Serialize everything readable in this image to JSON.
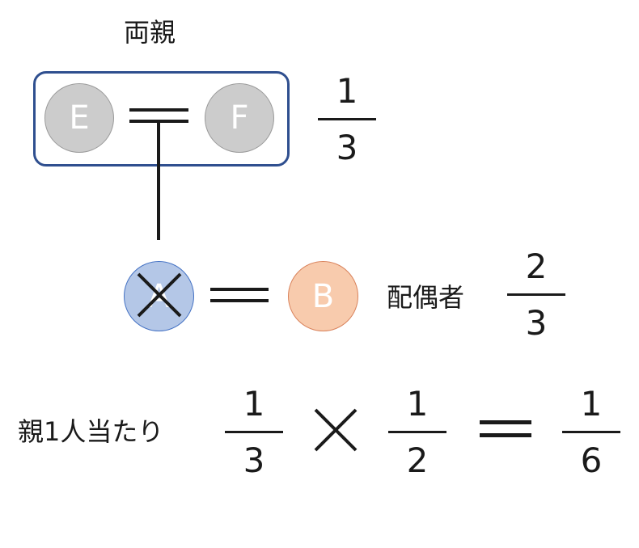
{
  "parents": {
    "heading": "両親",
    "left_person": "E",
    "right_person": "F",
    "fraction": {
      "numerator": "1",
      "denominator": "3"
    }
  },
  "couple": {
    "deceased_person": "A",
    "spouse_person": "B",
    "spouse_label": "配偶者",
    "fraction": {
      "numerator": "2",
      "denominator": "3"
    }
  },
  "calculation": {
    "label": "親1人当たり",
    "first": {
      "numerator": "1",
      "denominator": "3"
    },
    "second": {
      "numerator": "1",
      "denominator": "2"
    },
    "result": {
      "numerator": "1",
      "denominator": "6"
    }
  },
  "colors": {
    "parent_fill": "#cccccc",
    "deceased_fill": "#b4c7e7",
    "spouse_fill": "#f8cbad",
    "frame": "#2f4f8f"
  }
}
